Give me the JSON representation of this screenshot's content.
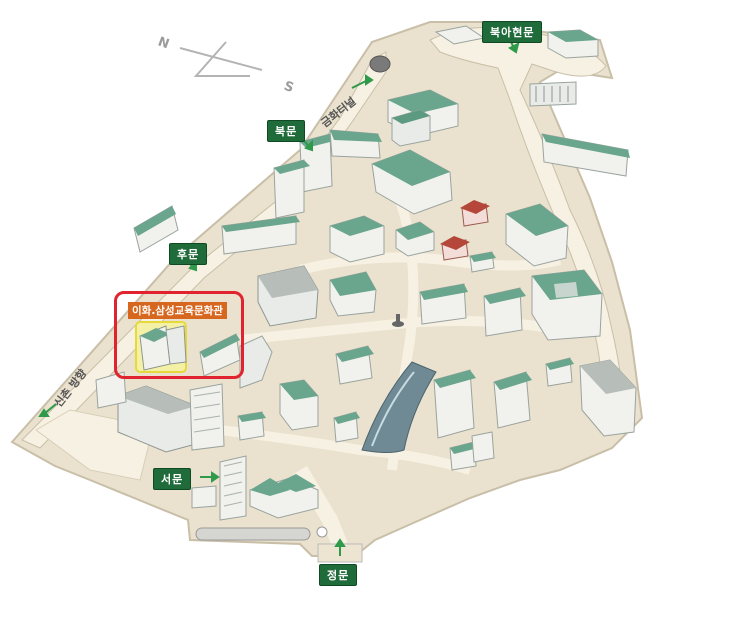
{
  "map": {
    "colors": {
      "ground": "#eae2ce",
      "path": "#f8f3e8",
      "road_edge": "#c9bfa8",
      "building_wall": "#f1f1ee",
      "building_shade": "#c9cdc9",
      "roof": "#6aa58e",
      "label_bg": "#1f6b3a",
      "highlight": "#e0232e",
      "highlight_title_bg": "#d7671f",
      "arrow": "#2e9a4a"
    },
    "compass": {
      "north": "N",
      "south": "S"
    },
    "gates": {
      "north_gate": "북문",
      "back_gate": "후문",
      "west_gate": "서문",
      "main_gate": "정문",
      "bugahyeon_gate": "북아현문"
    },
    "roads": {
      "tunnel": "금화터널",
      "sinchon": "신촌 방향"
    },
    "highlight": {
      "title": "이화.삼성교육문화관"
    }
  }
}
